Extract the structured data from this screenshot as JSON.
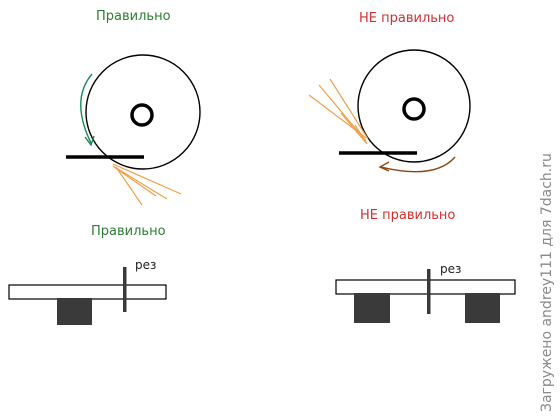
{
  "diagram": {
    "top_left_title": "Правильно",
    "top_right_title": "НЕ правильно",
    "bottom_left_title": "Правильно",
    "bottom_right_title": "НЕ правильно",
    "cut_label_left": "рез",
    "cut_label_right": "рез"
  },
  "watermark": "Загружено andrey111 для 7dach.ru",
  "colors": {
    "correct_text": "#2e7d32",
    "incorrect_text": "#d32f2f",
    "green_arrow": "#1b8a5a",
    "brown_arrow": "#8b4513",
    "sparks": "#f0a04a",
    "outline": "#000000",
    "block": "#3a3a3a"
  }
}
